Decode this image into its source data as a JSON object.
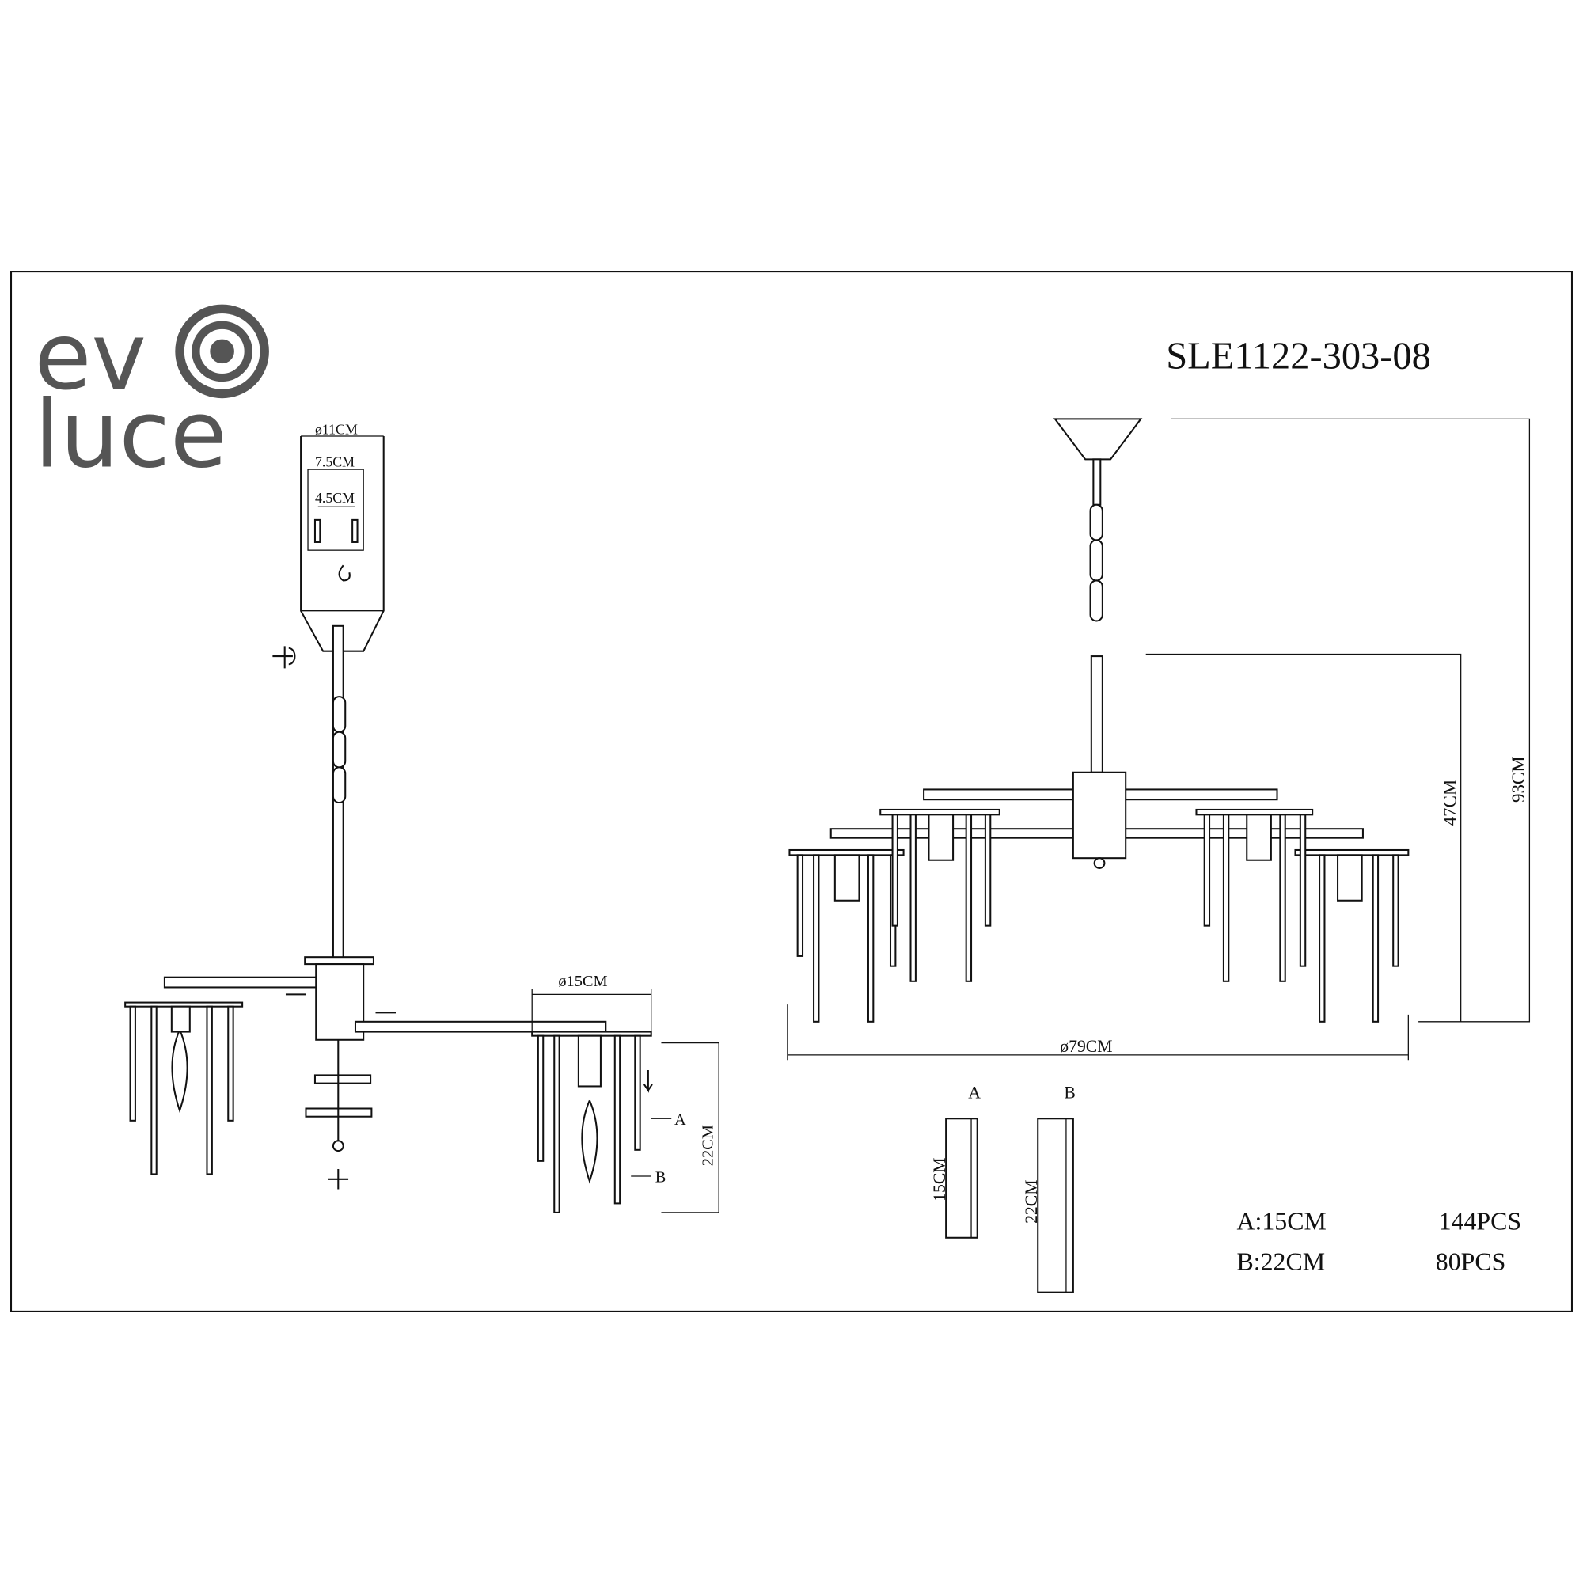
{
  "logo": {
    "line1": "ev",
    "line2": "luce"
  },
  "model": "SLE1122-303-08",
  "side_view": {
    "canopy_diameter": "ø11CM",
    "mount_plate_width": "7.5CM",
    "screw_spacing": "4.5CM",
    "shade_diameter": "ø15CM",
    "drop_height": "22CM",
    "rod_label_a": "A",
    "rod_label_b": "B"
  },
  "front_view": {
    "total_height": "93CM",
    "body_height": "47CM",
    "diameter": "ø79CM"
  },
  "rods": {
    "a_label": "A",
    "a_length": "15CM",
    "b_label": "B",
    "b_length": "22CM"
  },
  "parts_list": [
    {
      "spec": "A:15CM",
      "qty": "144PCS"
    },
    {
      "spec": "B:22CM",
      "qty": "80PCS"
    }
  ]
}
